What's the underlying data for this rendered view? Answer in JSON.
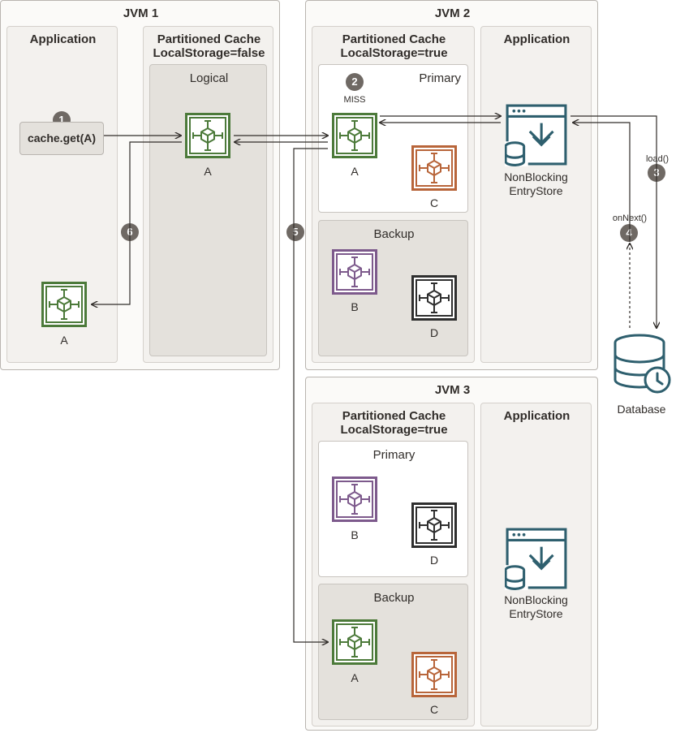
{
  "jvm1": {
    "title": "JVM 1",
    "application": {
      "title": "Application",
      "call_label": "cache.get(A)",
      "entry_label": "A"
    },
    "cache": {
      "title_line1": "Partitioned Cache",
      "title_line2": "LocalStorage=false",
      "section": "Logical",
      "entry_label": "A"
    }
  },
  "jvm2": {
    "title": "JVM 2",
    "cache": {
      "title_line1": "Partitioned Cache",
      "title_line2": "LocalStorage=true",
      "primary": {
        "title": "Primary",
        "miss_label": "MISS",
        "entries": [
          "A",
          "C"
        ]
      },
      "backup": {
        "title": "Backup",
        "entries": [
          "B",
          "D"
        ]
      }
    },
    "application": {
      "title": "Application",
      "store_line1": "NonBlocking",
      "store_line2": "EntryStore"
    }
  },
  "jvm3": {
    "title": "JVM 3",
    "cache": {
      "title_line1": "Partitioned Cache",
      "title_line2": "LocalStorage=true",
      "primary": {
        "title": "Primary",
        "entries": [
          "B",
          "D"
        ]
      },
      "backup": {
        "title": "Backup",
        "entries": [
          "A",
          "C"
        ]
      }
    },
    "application": {
      "title": "Application",
      "store_line1": "NonBlocking",
      "store_line2": "EntryStore"
    }
  },
  "database": {
    "label": "Database"
  },
  "steps": {
    "s1": "1",
    "s2": "2",
    "s3": "3",
    "s4": "4",
    "s5": "5",
    "s6": "6",
    "load_label": "load()",
    "onnext_label": "onNext()"
  },
  "colors": {
    "green": "#4c7a3a",
    "orange": "#b8653a",
    "purple": "#7d5a8c",
    "black": "#2f2f2f",
    "teal": "#2e5f6e",
    "badge": "#6f6964",
    "arrow": "#312d2a"
  },
  "icons": {
    "cache_entry": "cube-in-frame-icon",
    "entry_store": "window-download-database-icon",
    "database": "database-clock-icon"
  }
}
